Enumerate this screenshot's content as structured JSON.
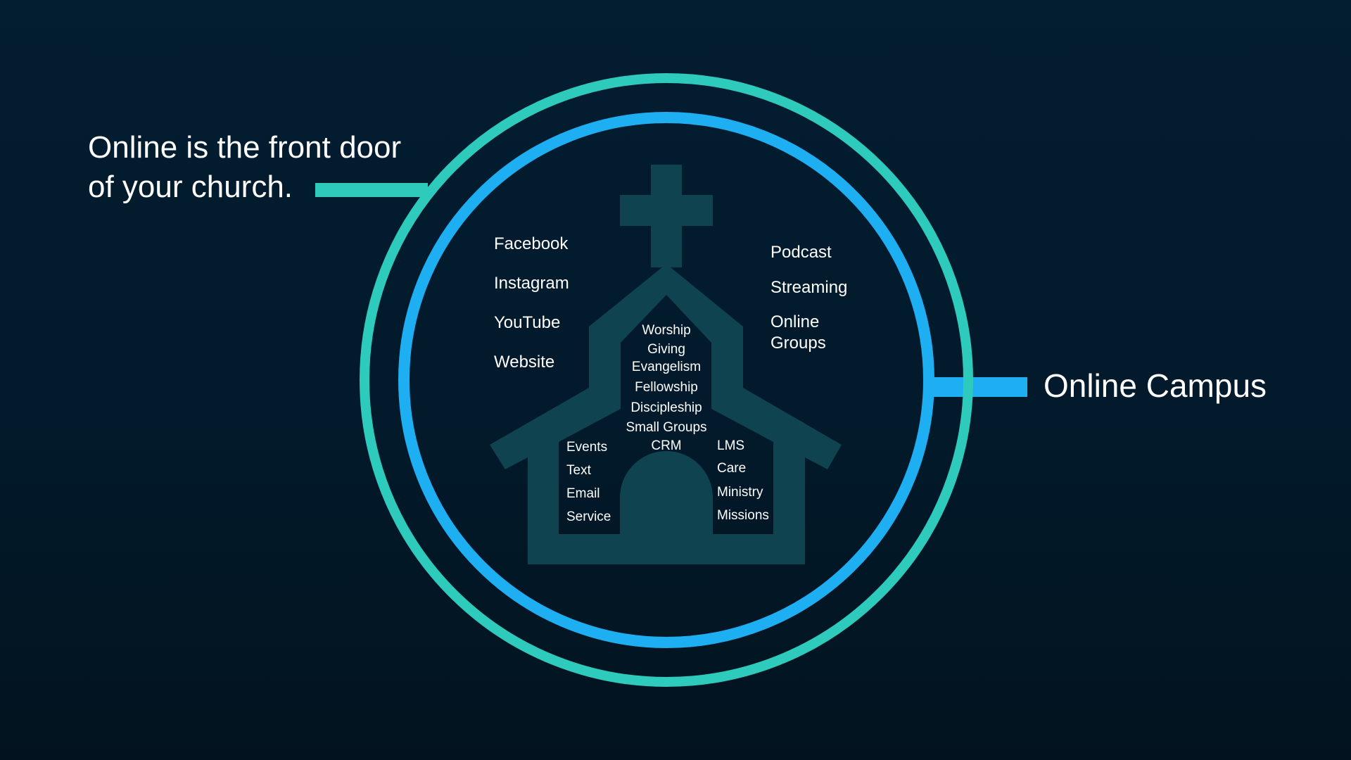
{
  "colors": {
    "outer_ring": "#2ecbbd",
    "inner_ring": "#1eaef2",
    "church_fill": "#0f4350",
    "text": "#ffffff"
  },
  "heading": {
    "line1": "Online is the front door",
    "line2": "of your church."
  },
  "campus_label": "Online Campus",
  "left_channels": [
    "Facebook",
    "Instagram",
    "YouTube",
    "Website"
  ],
  "right_channels": [
    "Podcast",
    "Streaming",
    "Online",
    "Groups"
  ],
  "center_items": [
    "Worship",
    "Giving",
    "Evangelism",
    "Fellowship",
    "Discipleship",
    "Small Groups",
    "CRM"
  ],
  "left_wing_items": [
    "Events",
    "Text",
    "Email",
    "Service"
  ],
  "right_wing_items": [
    "LMS",
    "Care",
    "Ministry",
    "Missions"
  ],
  "icons": {
    "church": "church-icon",
    "cross": "cross-icon",
    "door": "door-icon"
  }
}
